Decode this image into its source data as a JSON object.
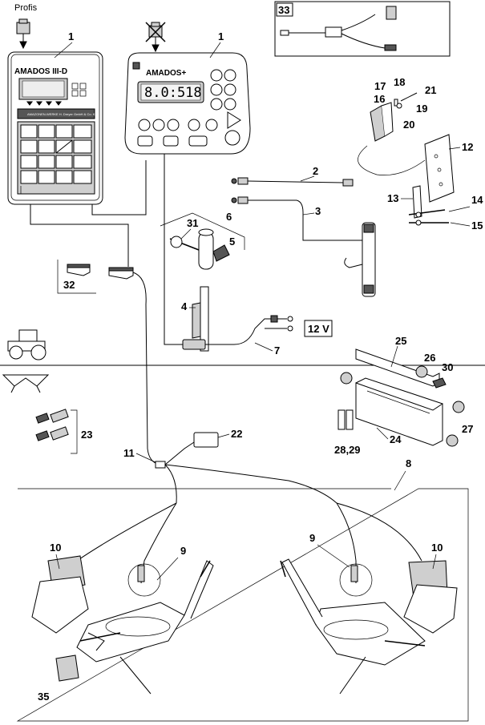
{
  "labels": {
    "profis": "Profis",
    "amados3": "AMADOS III-D",
    "amados_plus": "AMADOS+",
    "display_value": "8.0:518",
    "voltage": "12 V",
    "maker": "AMAZONEN-WERKE H. Dreyer GmbH & Co. KG"
  },
  "callouts": {
    "p1a": "1",
    "p1b": "1",
    "p2": "2",
    "p3": "3",
    "p4": "4",
    "p5": "5",
    "p6": "6",
    "p7": "7",
    "p8": "8",
    "p9a": "9",
    "p9b": "9",
    "p10a": "10",
    "p10b": "10",
    "p11": "11",
    "p12": "12",
    "p13": "13",
    "p14": "14",
    "p15": "15",
    "p16": "16",
    "p17": "17",
    "p18": "18",
    "p19": "19",
    "p20": "20",
    "p21": "21",
    "p22": "22",
    "p23": "23",
    "p24": "24",
    "p25": "25",
    "p26": "26",
    "p27": "27",
    "p28_29": "28,29",
    "p30": "30",
    "p31": "31",
    "p32": "32",
    "p33": "33",
    "p35": "35"
  },
  "icons": [
    "tractor-icon",
    "spreader-icon",
    "plug-icon",
    "crossed-plug-icon"
  ]
}
